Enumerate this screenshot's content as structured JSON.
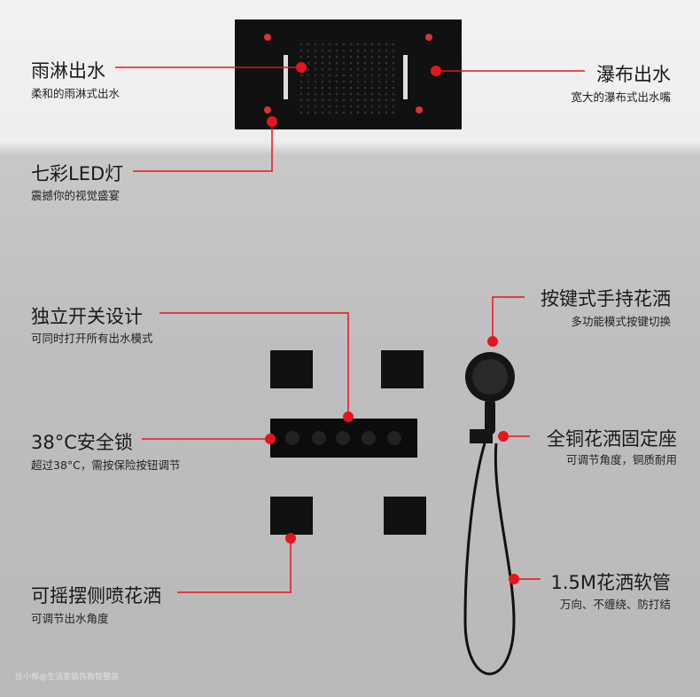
{
  "accent_color": "#e8141c",
  "callouts": [
    {
      "title": "雨淋出水",
      "desc": "柔和的雨淋式出水"
    },
    {
      "title": "瀑布出水",
      "desc": "宽大的瀑布式出水嘴"
    },
    {
      "title": "七彩LED灯",
      "desc": "震撼你的视觉盛宴"
    },
    {
      "title": "独立开关设计",
      "desc": "可同时打开所有出水模式"
    },
    {
      "title": "按键式手持花洒",
      "desc": "多功能模式按键切换"
    },
    {
      "title": "38°C安全锁",
      "desc": "超过38°C，需按保险按钮调节"
    },
    {
      "title": "全铜花洒固定座",
      "desc": "可调节角度，铜质耐用"
    },
    {
      "title": "可摇摆侧喷花洒",
      "desc": "可调节出水角度"
    },
    {
      "title": "1.5M花洒软管",
      "desc": "万向、不缠绕、防打结"
    }
  ],
  "watermark": "住小帮@生活家装饰数智整装"
}
